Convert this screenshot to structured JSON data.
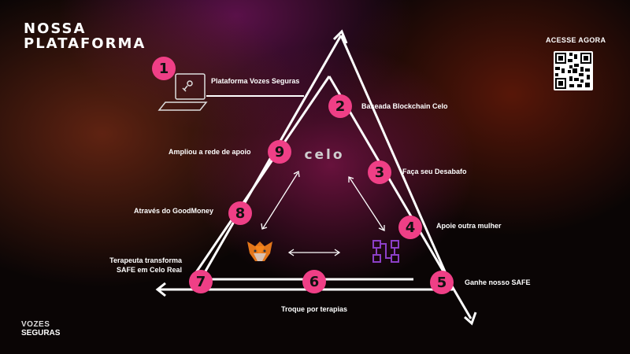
{
  "header": {
    "title_line1": "NOSSA",
    "title_line2": "PLATAFORMA"
  },
  "access": {
    "label": "ACESSE AGORA",
    "qr_icon": "qr-code-icon"
  },
  "steps": [
    {
      "number": "1",
      "label": "Plataforma Vozes Seguras"
    },
    {
      "number": "2",
      "label": "Baseada Blockchain Celo"
    },
    {
      "number": "3",
      "label": "Faça seu Desabafo"
    },
    {
      "number": "4",
      "label": "Apoie outra mulher"
    },
    {
      "number": "5",
      "label": "Ganhe nosso SAFE"
    },
    {
      "number": "6",
      "label": "Troque por terapias"
    },
    {
      "number": "7",
      "label_line1": "Terapeuta transforma",
      "label_line2": "SAFE em Celo Real"
    },
    {
      "number": "8",
      "label": "Através do GoodMoney"
    },
    {
      "number": "9",
      "label": "Ampliou a rede de apoio"
    }
  ],
  "center": {
    "celo_logo_text": "celo",
    "icons": [
      "laptop-icon",
      "metamask-fox-icon",
      "blockchain-icon"
    ]
  },
  "brand": {
    "line1": "VOZES",
    "line2": "SEGURAS"
  },
  "colors": {
    "accent": "#ef3f86",
    "line": "#ffffff",
    "purple_icon": "#8b3fc7"
  }
}
